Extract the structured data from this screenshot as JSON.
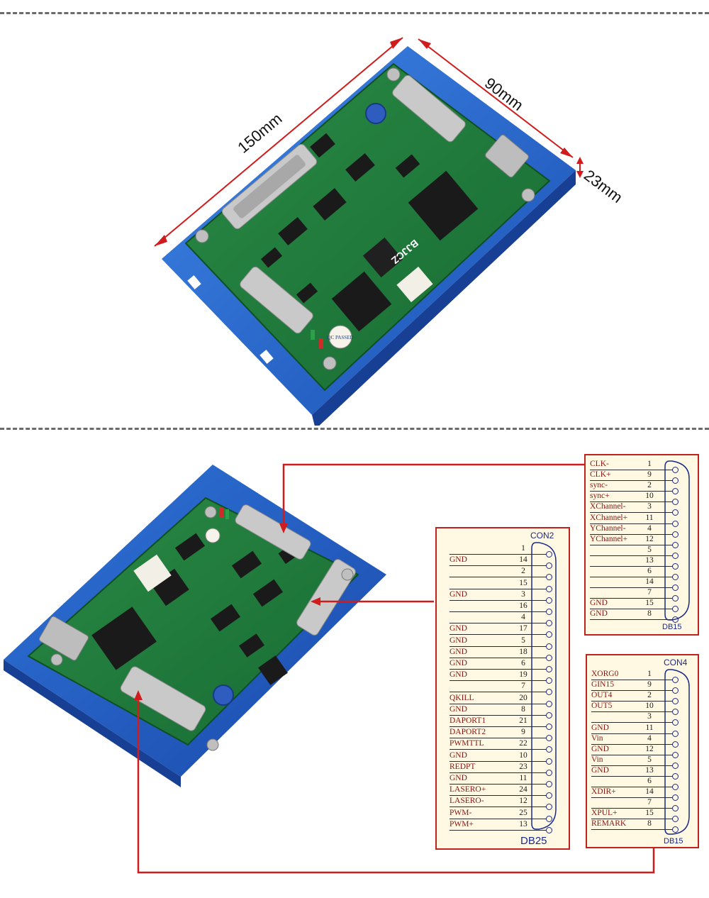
{
  "dimensions": {
    "length": "150mm",
    "width": "90mm",
    "height": "23mm"
  },
  "board": {
    "brand": "BJJCZ",
    "qc_label": "QC PASSED"
  },
  "con2": {
    "title": "CON2",
    "footer": "DB25",
    "rows": [
      {
        "label": "",
        "pin": "1"
      },
      {
        "label": "GND",
        "pin": "14"
      },
      {
        "label": "",
        "pin": "2"
      },
      {
        "label": "",
        "pin": "15"
      },
      {
        "label": "GND",
        "pin": "3"
      },
      {
        "label": "",
        "pin": "16"
      },
      {
        "label": "",
        "pin": "4"
      },
      {
        "label": "GND",
        "pin": "17"
      },
      {
        "label": "GND",
        "pin": "5"
      },
      {
        "label": "GND",
        "pin": "18"
      },
      {
        "label": "GND",
        "pin": "6"
      },
      {
        "label": "GND",
        "pin": "19"
      },
      {
        "label": "",
        "pin": "7"
      },
      {
        "label": "QKILL",
        "pin": "20"
      },
      {
        "label": "GND",
        "pin": "8"
      },
      {
        "label": "DAPORT1",
        "pin": "21"
      },
      {
        "label": "DAPORT2",
        "pin": "9"
      },
      {
        "label": "PWMTTL",
        "pin": "22"
      },
      {
        "label": "GND",
        "pin": "10"
      },
      {
        "label": "REDPT",
        "pin": "23"
      },
      {
        "label": "GND",
        "pin": "11"
      },
      {
        "label": "LASERO+",
        "pin": "24"
      },
      {
        "label": "LASERO-",
        "pin": "12"
      },
      {
        "label": "PWM-",
        "pin": "25"
      },
      {
        "label": "PWM+",
        "pin": "13"
      }
    ]
  },
  "db15_top": {
    "title": "",
    "footer": "DB15",
    "rows": [
      {
        "label": "CLK-",
        "pin": "1"
      },
      {
        "label": "CLK+",
        "pin": "9"
      },
      {
        "label": "sync-",
        "pin": "2"
      },
      {
        "label": "sync+",
        "pin": "10"
      },
      {
        "label": "XChannel-",
        "pin": "3"
      },
      {
        "label": "XChannel+",
        "pin": "11"
      },
      {
        "label": "YChannel-",
        "pin": "4"
      },
      {
        "label": "YChannel+",
        "pin": "12"
      },
      {
        "label": "",
        "pin": "5"
      },
      {
        "label": "",
        "pin": "13"
      },
      {
        "label": "",
        "pin": "6"
      },
      {
        "label": "",
        "pin": "14"
      },
      {
        "label": "",
        "pin": "7"
      },
      {
        "label": "GND",
        "pin": "15"
      },
      {
        "label": "GND",
        "pin": "8"
      }
    ]
  },
  "con4": {
    "title": "CON4",
    "footer": "DB15",
    "rows": [
      {
        "label": "XORG0",
        "pin": "1"
      },
      {
        "label": "GIN15",
        "pin": "9"
      },
      {
        "label": "OUT4",
        "pin": "2"
      },
      {
        "label": "OUT5",
        "pin": "10"
      },
      {
        "label": "",
        "pin": "3"
      },
      {
        "label": "GND",
        "pin": "11"
      },
      {
        "label": "Vin",
        "pin": "4"
      },
      {
        "label": "GND",
        "pin": "12"
      },
      {
        "label": "Vin",
        "pin": "5"
      },
      {
        "label": "GND",
        "pin": "13"
      },
      {
        "label": "",
        "pin": "6"
      },
      {
        "label": "XDIR+",
        "pin": "14"
      },
      {
        "label": "",
        "pin": "7"
      },
      {
        "label": "XPUL+",
        "pin": "15"
      },
      {
        "label": "REMARK",
        "pin": "8"
      }
    ]
  },
  "colors": {
    "pcb_green": "#1f7a3c",
    "enclosure_blue": "#1d62c9",
    "callout_red": "#c0221e",
    "panel_bg": "#fff8e2",
    "pin_text": "#8a1515"
  }
}
